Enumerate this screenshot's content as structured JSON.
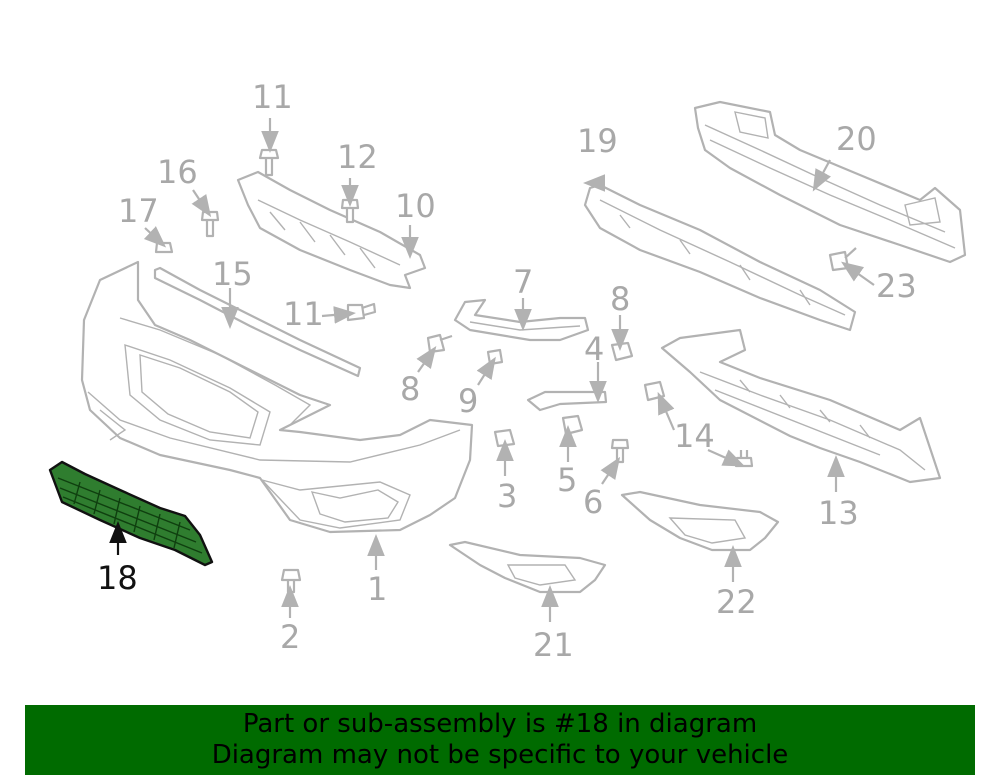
{
  "diagram": {
    "highlighted_part": "18",
    "callouts": [
      "1",
      "2",
      "3",
      "4",
      "5",
      "6",
      "7",
      "8",
      "8",
      "9",
      "10",
      "11",
      "11",
      "12",
      "13",
      "14",
      "15",
      "16",
      "17",
      "18",
      "19",
      "20",
      "21",
      "22",
      "23"
    ]
  },
  "banner": {
    "line1": "Part or sub-assembly is #18 in diagram",
    "line2": "Diagram may not be specific to your vehicle",
    "background": "#006b00"
  },
  "colors": {
    "highlight_fill": "#2f7d2f",
    "part_lines": "#b2b2b2"
  }
}
